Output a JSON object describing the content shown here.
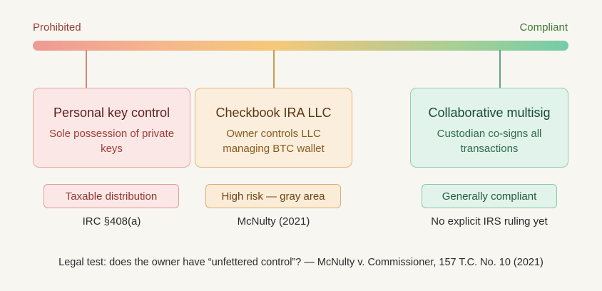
{
  "scale": {
    "left_label": "Prohibited",
    "right_label": "Compliant"
  },
  "options": [
    {
      "title": "Personal key control",
      "description": "Sole possession of private keys",
      "badge": "Taxable distribution",
      "reference": "IRC §408(a)"
    },
    {
      "title": "Checkbook IRA LLC",
      "description": "Owner controls LLC managing BTC wallet",
      "badge": "High risk — gray area",
      "reference": "McNulty (2021)"
    },
    {
      "title": "Collaborative multisig",
      "description": "Custodian co-signs all transactions",
      "badge": "Generally compliant",
      "reference": "No explicit IRS ruling yet"
    }
  ],
  "footnote": "Legal test: does the owner have “unfettered control”? — McNulty v. Commissioner, 157 T.C. No. 10 (2021)",
  "colors": {
    "prohibited": "#9c3a36",
    "gray_area": "#8a5a1c",
    "compliant": "#2f6b4e"
  }
}
